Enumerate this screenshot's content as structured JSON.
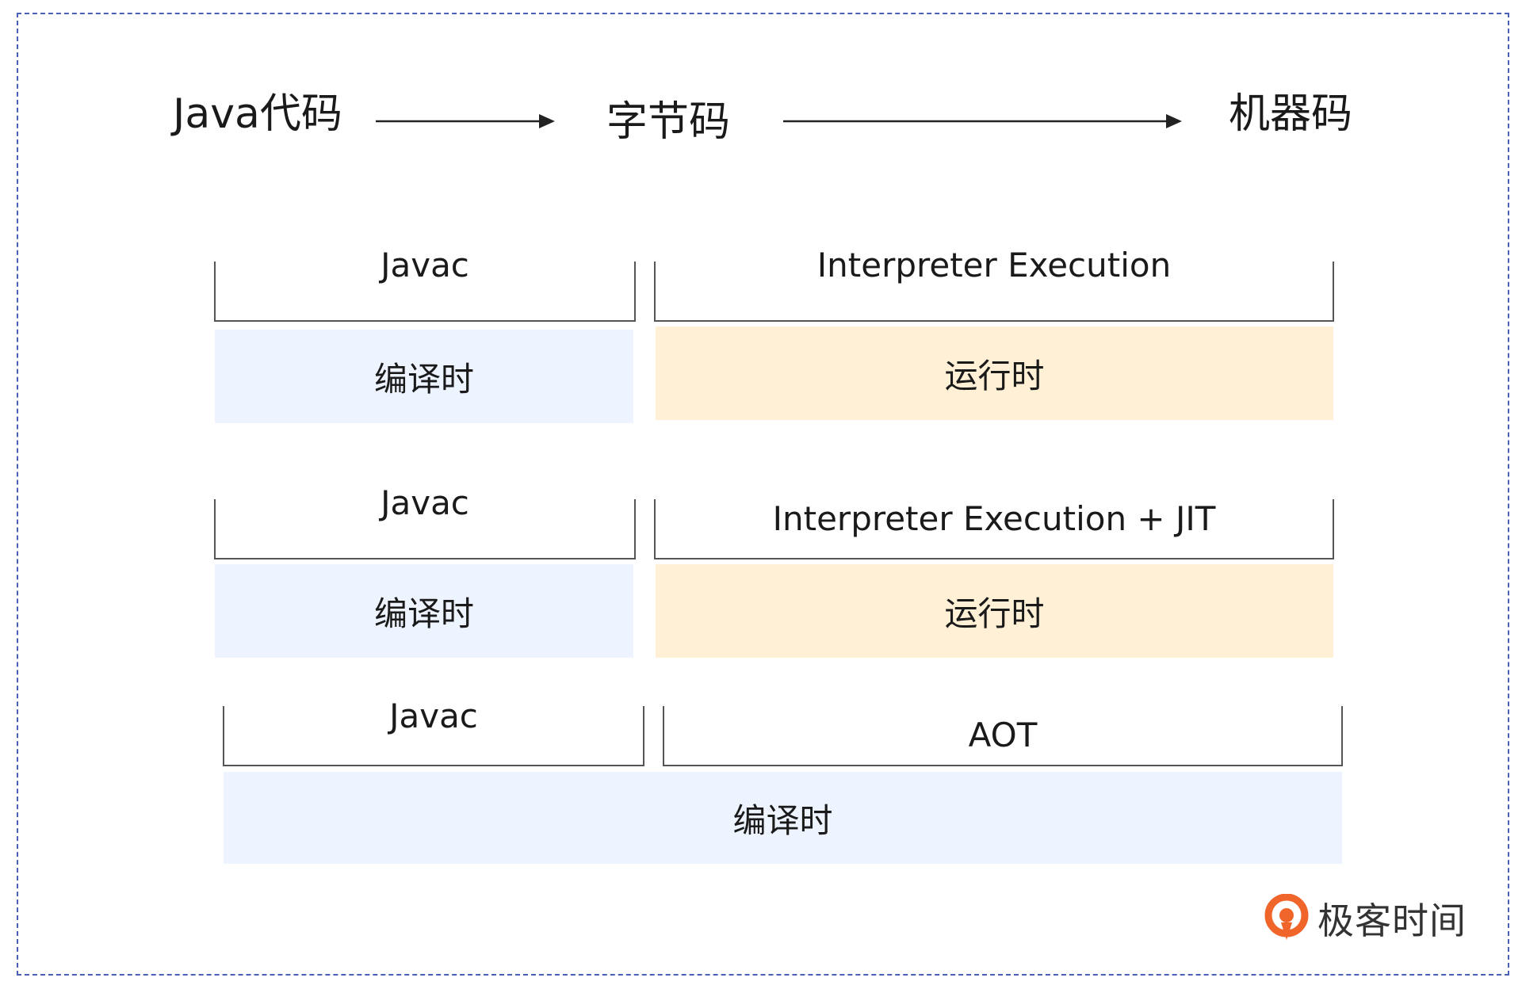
{
  "flow": {
    "source": "Java代码",
    "bytecode": "字节码",
    "machine": "机器码"
  },
  "rows": [
    {
      "left_label": "Javac",
      "right_label": "Interpreter Execution",
      "left_phase": "编译时",
      "right_phase": "运行时"
    },
    {
      "left_label": "Javac",
      "right_label": "Interpreter Execution + JIT",
      "left_phase": "编译时",
      "right_phase": "运行时"
    },
    {
      "left_label": "Javac",
      "right_label": "AOT",
      "phase": "编译时"
    }
  ],
  "logo": {
    "text": "极客时间"
  },
  "colors": {
    "compile_phase": "#eef4ff",
    "runtime_phase": "#fff0d6",
    "frame": "#4a5fb8",
    "logo_accent": "#f0662a"
  }
}
